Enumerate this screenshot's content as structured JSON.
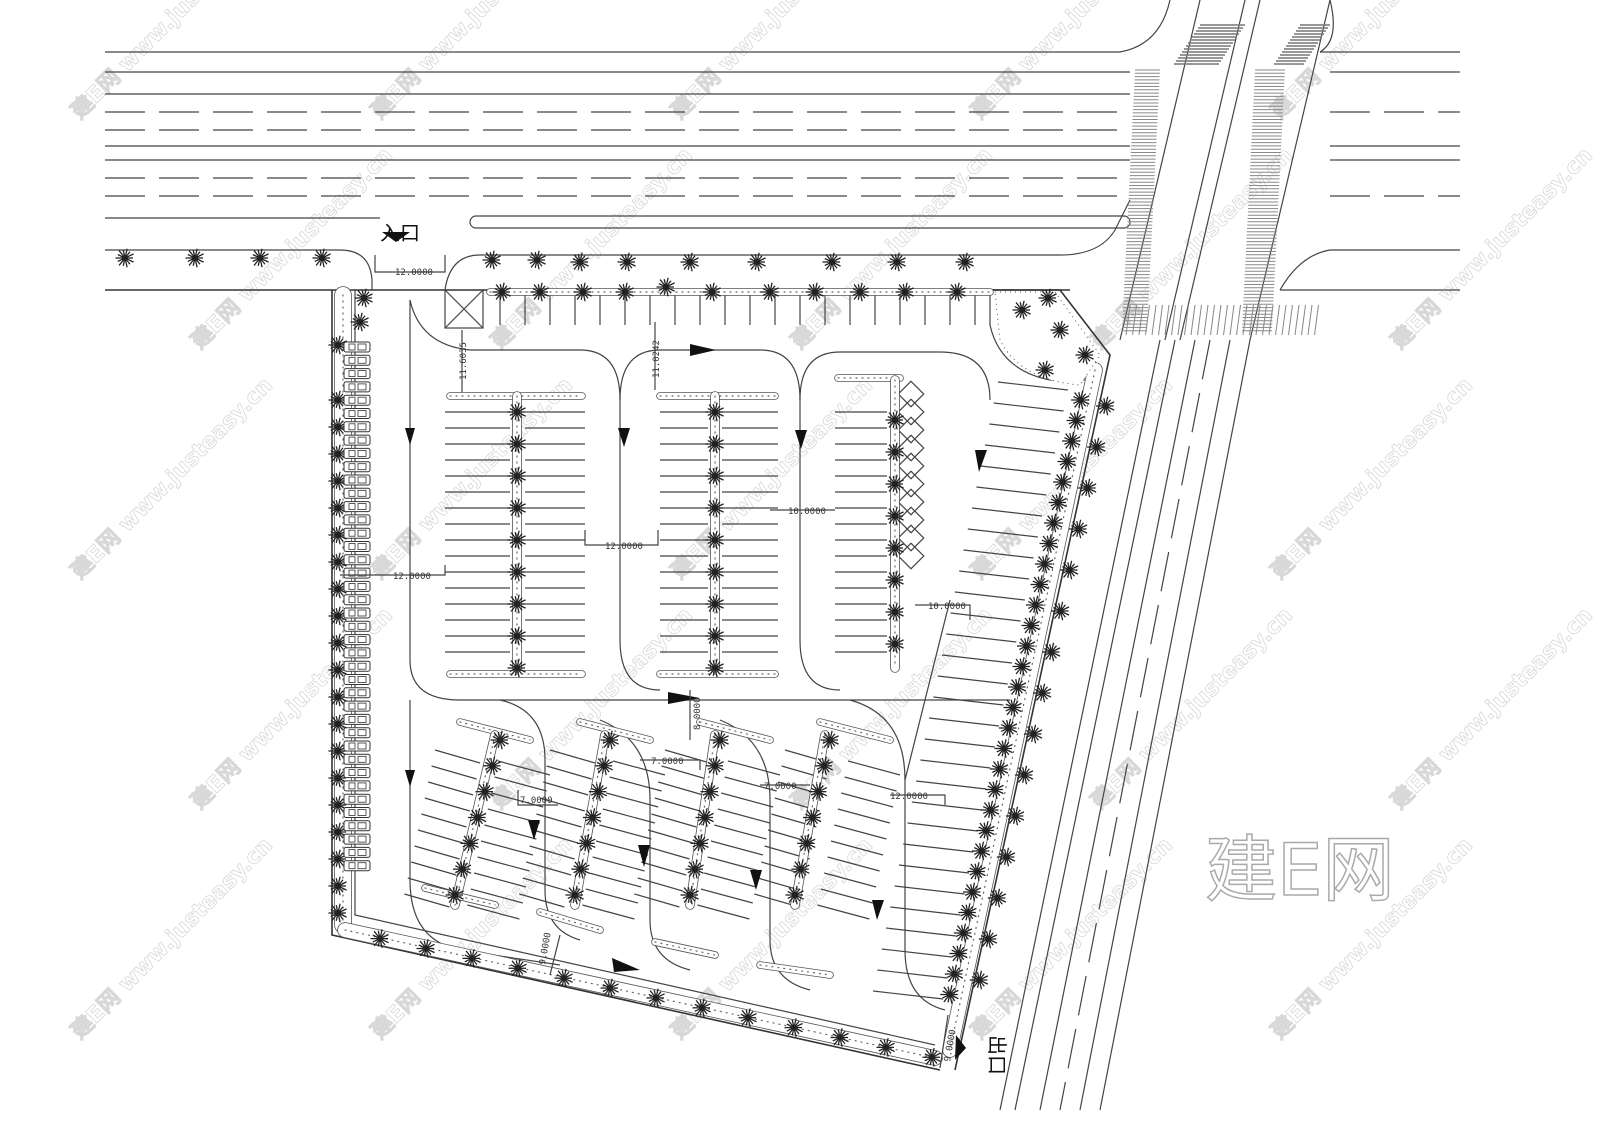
{
  "labels": {
    "entrance": "入口",
    "exit": "出口"
  },
  "dimensions": {
    "entrance_width": "12.0000",
    "kiosk_gap": "11.6035",
    "top_aisle": "11.0242",
    "aisle_mid": "12.0000",
    "aisle_left": "12.0000",
    "aisle_right_top": "10.0000",
    "aisle_right_diag": "10.0000",
    "cross_aisle": "8.0000",
    "lower_aisle_1": "7.0000",
    "lower_aisle_2": "7.0000",
    "lower_aisle_3": "7.0000",
    "lower_aisle_right": "12.0000",
    "bottom_aisle": "9.0000",
    "exit_width": "9.0000"
  },
  "watermark": {
    "logo": "建E网",
    "site": "www.justeasy.cn"
  }
}
